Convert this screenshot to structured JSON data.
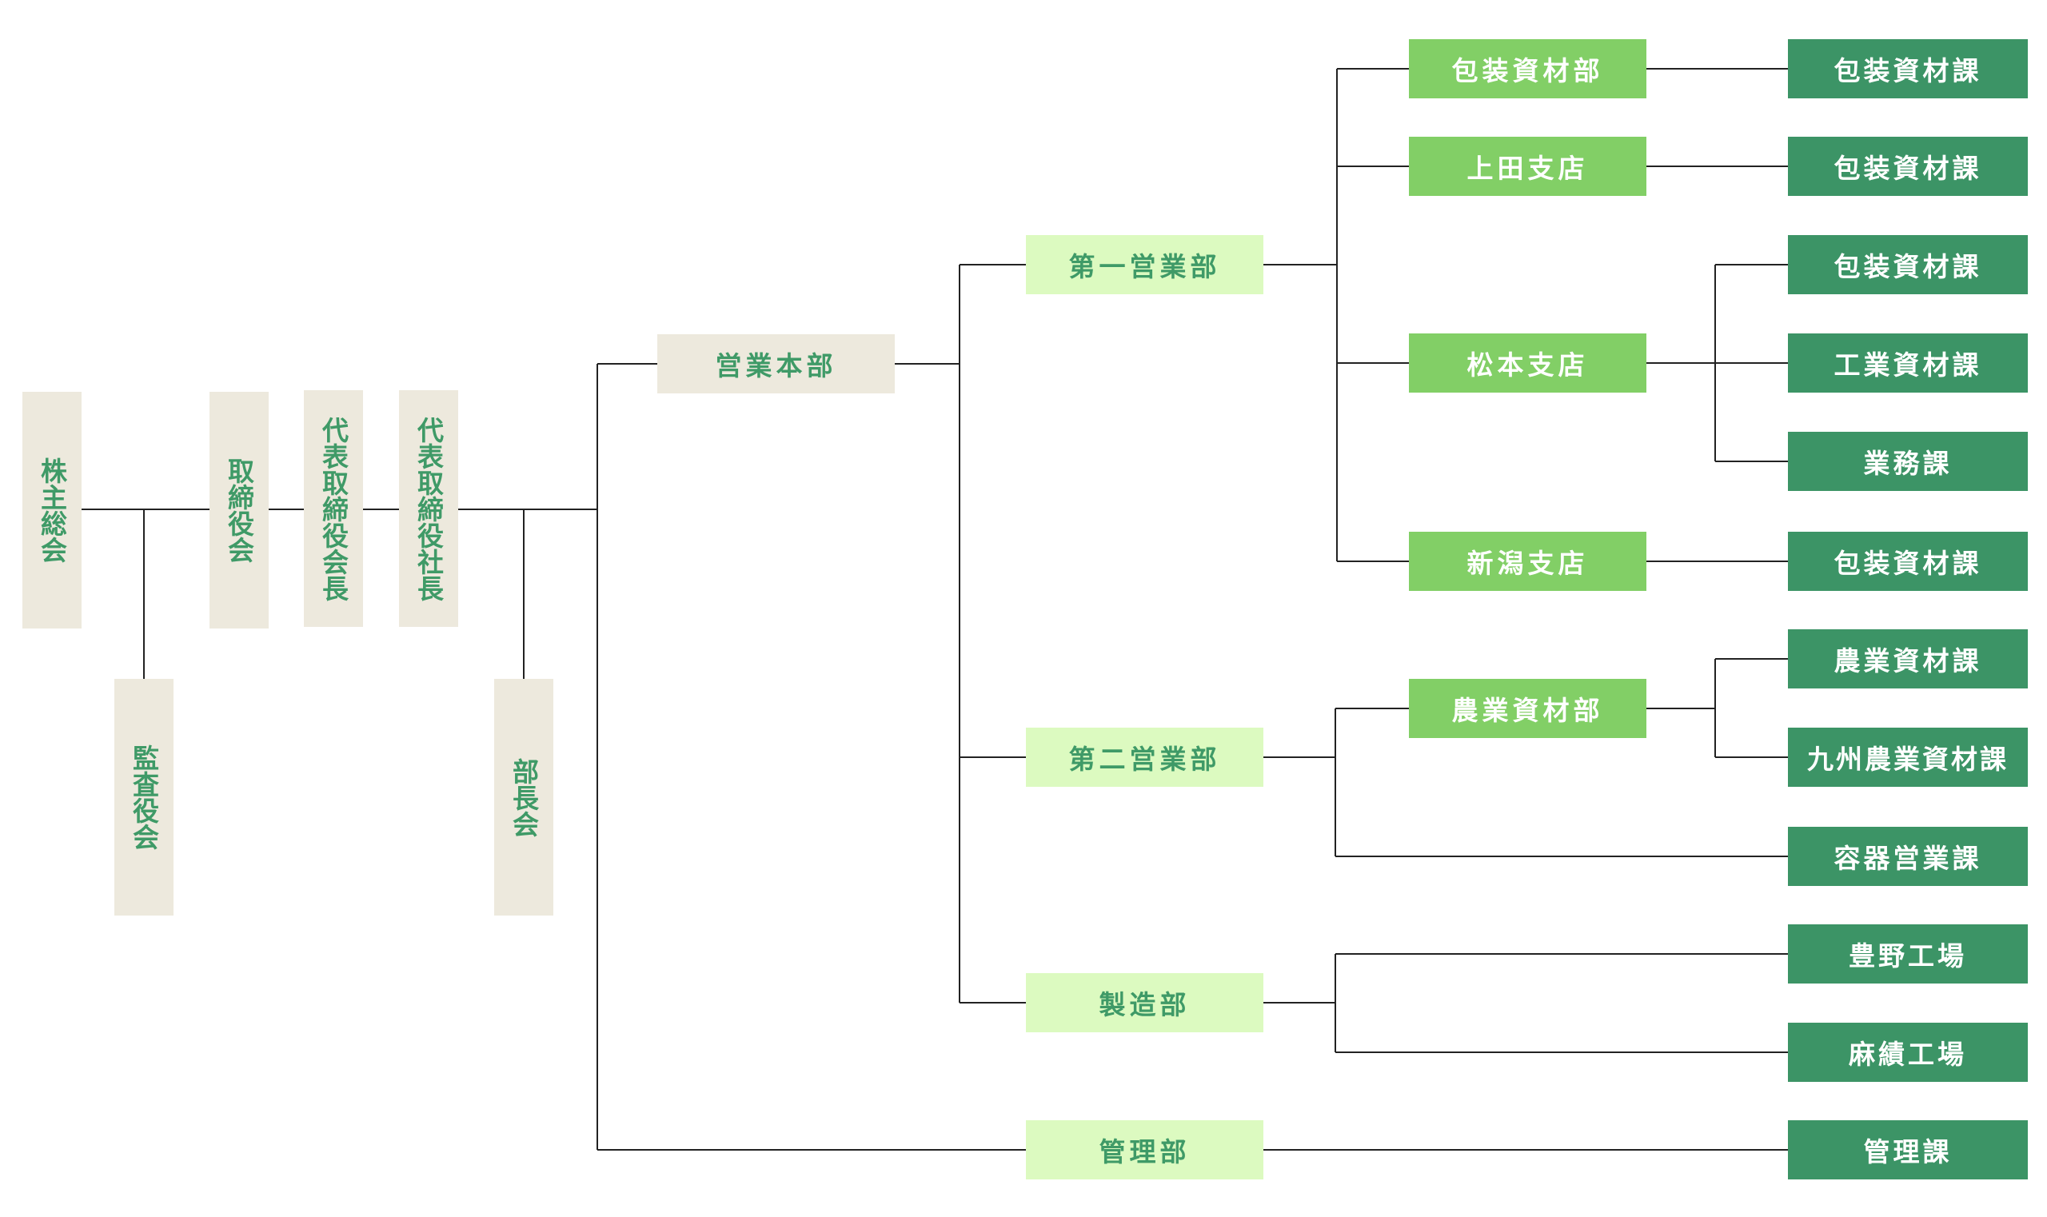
{
  "colors": {
    "beige_bg": "#ede9dd",
    "beige_text": "#3f9a67",
    "pale_green": "#dcfac0",
    "mid_green": "#82cf66",
    "dark_green": "#3c9466",
    "line": "#222222"
  },
  "org": {
    "shareholders_meeting": "株主総会",
    "audit_board": "監査役会",
    "board_of_directors": "取締役会",
    "chairman": "代表取締役会長",
    "president": "代表取締役社長",
    "managers_meeting": "部長会",
    "sales_hq": "営業本部",
    "sales_dept_1": {
      "label": "第一営業部",
      "packaging_dept": {
        "label": "包装資材部",
        "sections": [
          "包装資材課"
        ]
      },
      "ueda_branch": {
        "label": "上田支店",
        "sections": [
          "包装資材課"
        ]
      },
      "matsumoto_branch": {
        "label": "松本支店",
        "sections": [
          "包装資材課",
          "工業資材課",
          "業務課"
        ]
      },
      "niigata_branch": {
        "label": "新潟支店",
        "sections": [
          "包装資材課"
        ]
      }
    },
    "sales_dept_2": {
      "label": "第二営業部",
      "agri_dept": {
        "label": "農業資材部",
        "sections": [
          "農業資材課",
          "九州農業資材課"
        ]
      },
      "container_section": "容器営業課"
    },
    "manufacturing": {
      "label": "製造部",
      "plants": [
        "豊野工場",
        "麻績工場"
      ]
    },
    "admin": {
      "label": "管理部",
      "sections": [
        "管理課"
      ]
    }
  }
}
